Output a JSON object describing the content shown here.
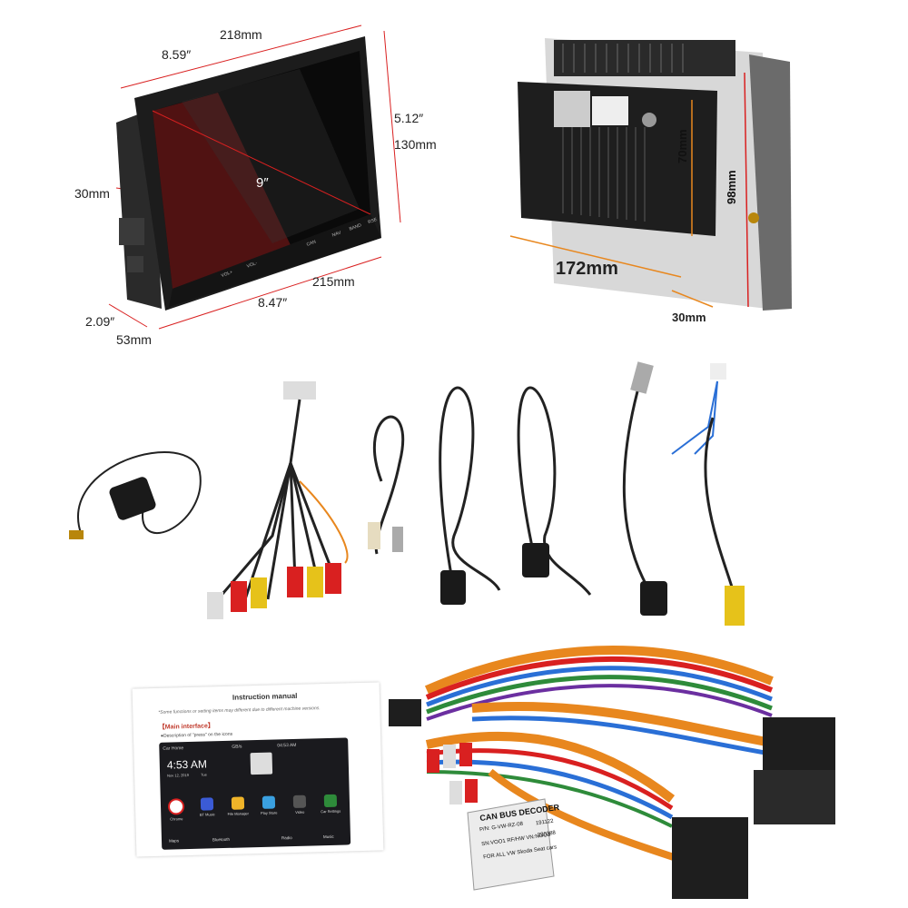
{
  "head_unit_dimensions": {
    "width_mm": "218mm",
    "width_in": "8.59″",
    "height_in": "5.12″",
    "height_mm": "130mm",
    "side_depth_mm": "30mm",
    "screen_size": "9″",
    "bottom_width_mm": "215mm",
    "bottom_width_in": "8.47″",
    "depth_in": "2.09″",
    "depth_mm": "53mm"
  },
  "rear_dimensions": {
    "inner_height": "70mm",
    "outer_height": "98mm",
    "width": "172mm",
    "depth": "30mm"
  },
  "panel_buttons": [
    "VOL+",
    "VOL-",
    "CAN",
    "NAV",
    "BAND",
    "RSE"
  ],
  "manual": {
    "title": "Instruction manual",
    "note": "*Some functions or setting items may different due to different machine versions.",
    "main_interface": "【Main interface】",
    "description": "●Description of \"press\" on the icons",
    "screen": {
      "top_left": "Car Home",
      "top_mid": "GB/s",
      "clock": "04:53 AM",
      "time": "4:53 AM",
      "date": "Nov 12, 2019",
      "day": "Tue",
      "apps": [
        "Chrome",
        "BT Music",
        "File Manager",
        "Play Store",
        "Video",
        "Car Settings"
      ],
      "dock": [
        "Maps",
        "Bluetooth",
        "Radio",
        "Music"
      ]
    }
  },
  "decoder": {
    "label": "CAN BUS DECODER",
    "line1": "P/N: G-VW-RZ-08",
    "line2": "SN:VOO1 RF/HW VN:NOO3",
    "line3": "FOR ALL VW Skoda Seat cars",
    "code1": "191122",
    "code2": "220388"
  },
  "colors": {
    "accent_red": "#d92020",
    "accent_orange": "#e8871e",
    "screen_black": "#0a0a0a"
  }
}
